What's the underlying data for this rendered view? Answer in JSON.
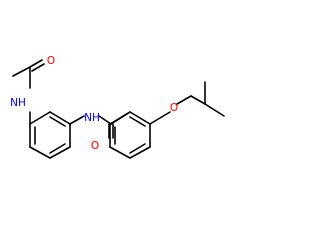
{
  "molecule": {
    "colors": {
      "bond": "#000000",
      "oxygen": "#ff0000",
      "nitrogen": "#0000ff",
      "background": "#ffffff"
    },
    "atom_labels": {
      "acetyl_oxygen": "O",
      "acetamide_nitrogen": "NH",
      "amide_nitrogen": "NH",
      "amide_oxygen": "O",
      "ether_oxygen": "O"
    }
  }
}
